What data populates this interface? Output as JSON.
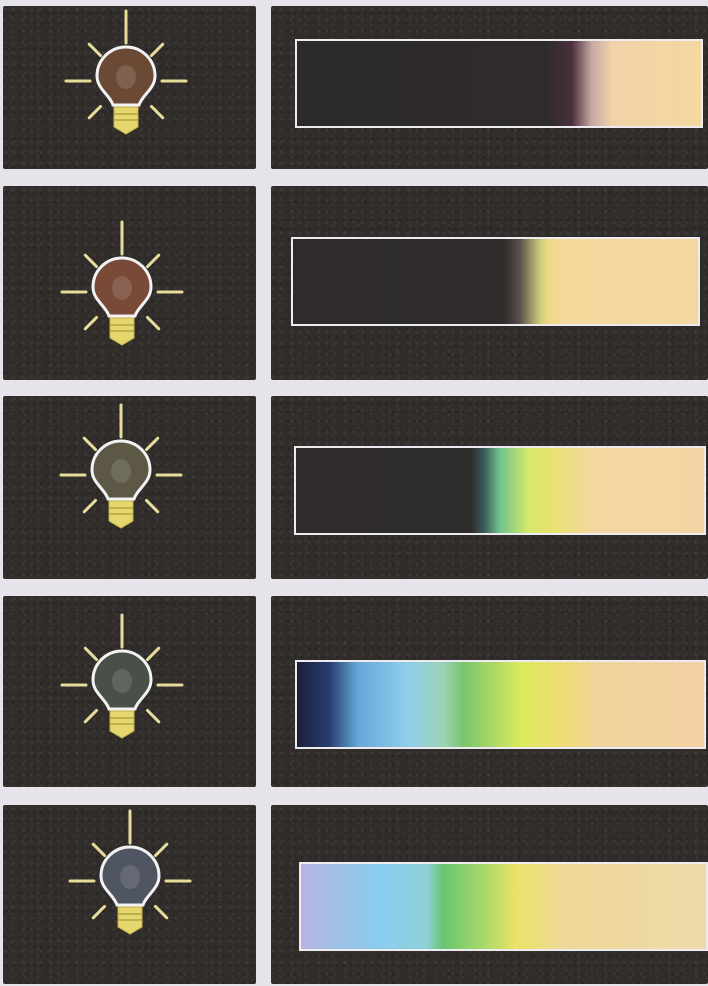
{
  "colors": {
    "background": "#e6e3ea",
    "panel": "#302d2b",
    "bar_border": "#ecebf0",
    "bulb_rays": "#e8dc9a",
    "bulb_outline": "#f2f2f4",
    "bulb_base": "#e6d66e"
  },
  "rows": [
    {
      "bulb_glass": "#6b4a35",
      "spectrum_stops": [
        [
          "#2c2a29",
          0
        ],
        [
          "#2f2b2b",
          62
        ],
        [
          "#4a2f3c",
          68
        ],
        [
          "#c7a9a3",
          73
        ],
        [
          "#f0d3a8",
          78
        ],
        [
          "#f3d8a0",
          100
        ]
      ]
    },
    {
      "bulb_glass": "#7a4a38",
      "spectrum_stops": [
        [
          "#2e2b2a",
          0
        ],
        [
          "#2f2c2b",
          52
        ],
        [
          "#58504a",
          56
        ],
        [
          "#cfca7c",
          61
        ],
        [
          "#eeda84",
          63
        ],
        [
          "#f4d89c",
          67
        ],
        [
          "#f5d6a0",
          100
        ]
      ]
    },
    {
      "bulb_glass": "#5c5845",
      "spectrum_stops": [
        [
          "#2f2c2b",
          0
        ],
        [
          "#2f2d2c",
          43
        ],
        [
          "#3a5a5a",
          46
        ],
        [
          "#6fc48c",
          50
        ],
        [
          "#d5e86c",
          57
        ],
        [
          "#e9e171",
          63
        ],
        [
          "#f3d7a0",
          73
        ],
        [
          "#f4d4a5",
          100
        ]
      ]
    },
    {
      "bulb_glass": "#4a5048",
      "spectrum_stops": [
        [
          "#1a1e3c",
          0
        ],
        [
          "#2a3d70",
          8
        ],
        [
          "#64a8d8",
          15
        ],
        [
          "#8fcdec",
          27
        ],
        [
          "#9bd3b4",
          36
        ],
        [
          "#79c56e",
          41
        ],
        [
          "#dcea5c",
          55
        ],
        [
          "#eddc72",
          65
        ],
        [
          "#f1d49b",
          74
        ],
        [
          "#f3d0a4",
          100
        ]
      ]
    },
    {
      "bulb_glass": "#505562",
      "spectrum_stops": [
        [
          "#b9b3e4",
          0
        ],
        [
          "#a0bfe4",
          8
        ],
        [
          "#88cdef",
          20
        ],
        [
          "#8fd0d6",
          31
        ],
        [
          "#68c672",
          35
        ],
        [
          "#a8d869",
          45
        ],
        [
          "#eae268",
          53
        ],
        [
          "#eed897",
          65
        ],
        [
          "#efd9ab",
          100
        ]
      ]
    }
  ]
}
